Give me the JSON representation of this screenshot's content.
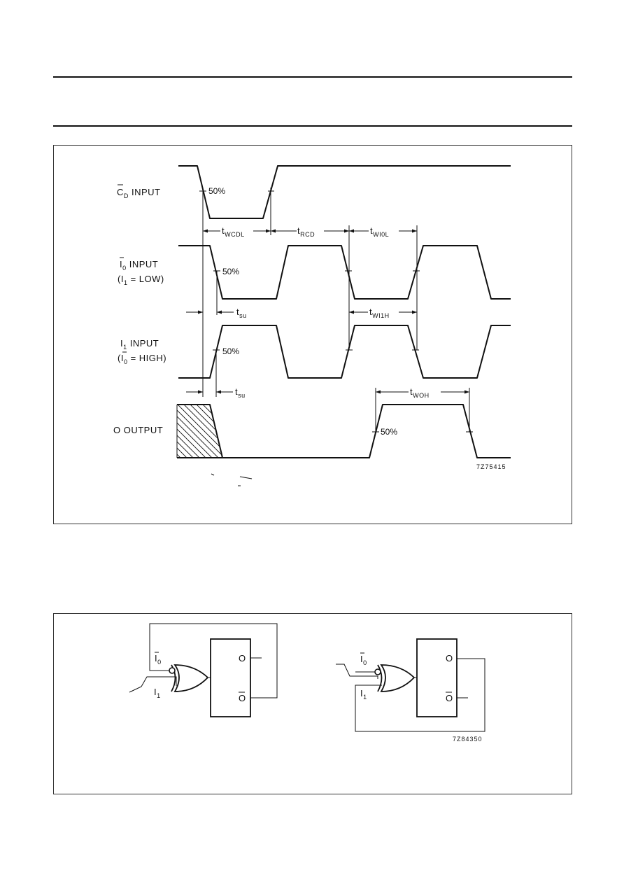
{
  "timing_diagram": {
    "signals": {
      "cd": {
        "label_main": "C",
        "label_sub": "D",
        "label_rest": " INPUT"
      },
      "i0": {
        "label_main": "I",
        "label_sub": "0",
        "label_rest": "  INPUT",
        "cond_pre": "(I",
        "cond_sub": "1",
        "cond_post": " = LOW)"
      },
      "i1": {
        "label_main": "I",
        "label_sub": "1",
        "label_rest": "  INPUT",
        "cond_pre": "(I",
        "cond_sub": "0",
        "cond_post": " = HIGH)"
      },
      "q": {
        "label": "O OUTPUT"
      }
    },
    "percent_label": "50%",
    "timings": {
      "wcdl": {
        "t": "t",
        "sub": "WCDL"
      },
      "rcd": {
        "t": "t",
        "sub": "RCD"
      },
      "wi0l": {
        "t": "t",
        "sub": "WI0L"
      },
      "tsu": {
        "t": "t",
        "sub": "su"
      },
      "wi1h": {
        "t": "t",
        "sub": "WI1H"
      },
      "woh": {
        "t": "t",
        "sub": "WOH"
      }
    },
    "figure_code": "7Z75415"
  },
  "logic_diagram": {
    "left": {
      "in0_main": "I",
      "in0_sub": "0",
      "in1_main": "I",
      "in1_sub": "1",
      "out_q": "O",
      "out_qbar": "O"
    },
    "right": {
      "in0_main": "I",
      "in0_sub": "0",
      "in1_main": "I",
      "in1_sub": "1",
      "out_q": "O",
      "out_qbar": "O"
    },
    "figure_code": "7Z84350"
  }
}
